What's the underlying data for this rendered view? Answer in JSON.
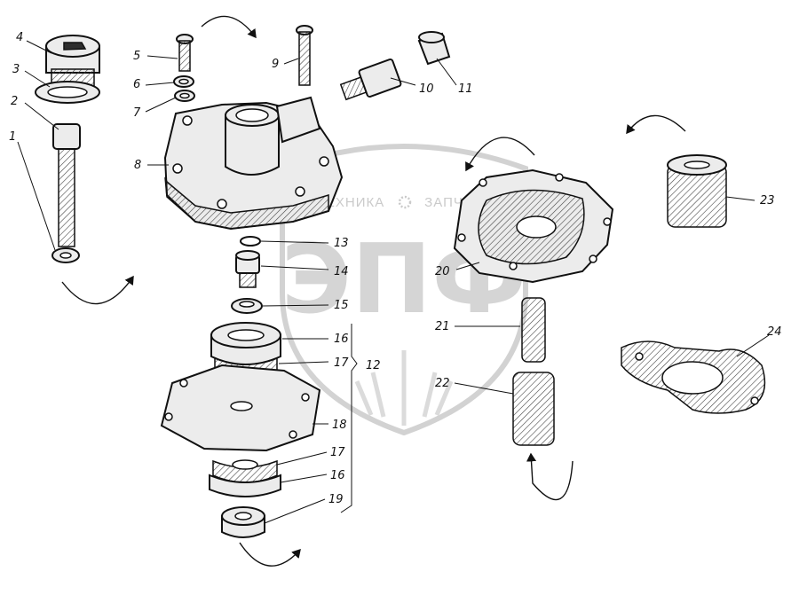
{
  "watermark": {
    "left_text": "ТЕХНИКА",
    "right_text": "ЗАПЧАСТИ",
    "logo_text": "ЭПФ"
  },
  "callouts": [
    {
      "id": "c1",
      "text": "1"
    },
    {
      "id": "c2",
      "text": "2"
    },
    {
      "id": "c3",
      "text": "3"
    },
    {
      "id": "c4",
      "text": "4"
    },
    {
      "id": "c5",
      "text": "5"
    },
    {
      "id": "c6",
      "text": "6"
    },
    {
      "id": "c7",
      "text": "7"
    },
    {
      "id": "c8",
      "text": "8"
    },
    {
      "id": "c9",
      "text": "9"
    },
    {
      "id": "c10",
      "text": "10"
    },
    {
      "id": "c11",
      "text": "11"
    },
    {
      "id": "c12",
      "text": "12"
    },
    {
      "id": "c13",
      "text": "13"
    },
    {
      "id": "c14",
      "text": "14"
    },
    {
      "id": "c15",
      "text": "15"
    },
    {
      "id": "c16a",
      "text": "16"
    },
    {
      "id": "c17a",
      "text": "17"
    },
    {
      "id": "c18",
      "text": "18"
    },
    {
      "id": "c17b",
      "text": "17"
    },
    {
      "id": "c16b",
      "text": "16"
    },
    {
      "id": "c19",
      "text": "19"
    },
    {
      "id": "c20",
      "text": "20"
    },
    {
      "id": "c21",
      "text": "21"
    },
    {
      "id": "c22",
      "text": "22"
    },
    {
      "id": "c23",
      "text": "23"
    },
    {
      "id": "c24",
      "text": "24"
    }
  ]
}
